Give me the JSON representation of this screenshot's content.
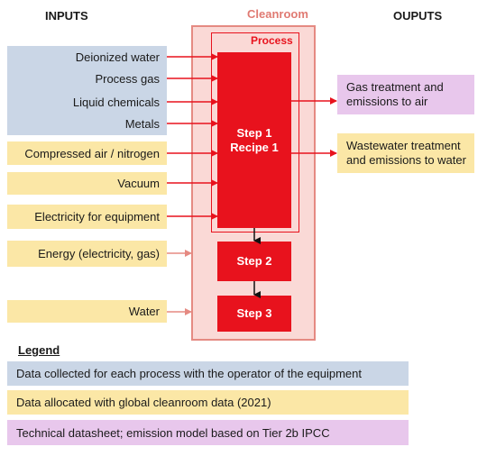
{
  "headers": {
    "inputs": "INPUTS",
    "cleanroom": "Cleanroom",
    "process": "Process",
    "outputs": "OUPUTS"
  },
  "inputs_blue": [
    "Deionized water",
    "Process gas",
    "Liquid chemicals",
    "Metals"
  ],
  "inputs_yellow": {
    "compressed_air": "Compressed air / nitrogen",
    "vacuum": "Vacuum",
    "electricity": "Electricity for equipment",
    "energy": "Energy (electricity, gas)",
    "water": "Water"
  },
  "steps": {
    "step1_line1": "Step 1",
    "step1_line2": "Recipe 1",
    "step2": "Step 2",
    "step3": "Step 3"
  },
  "outputs": {
    "gas_line1": "Gas treatment and",
    "gas_line2": "emissions to air",
    "water_line1": "Wastewater treatment",
    "water_line2": "and emissions to water"
  },
  "legend": {
    "title": "Legend",
    "items": [
      "Data collected for each process with the operator of the equipment",
      "Data allocated with global cleanroom data (2021)",
      "Technical datasheet; emission model based on Tier 2b IPCC"
    ]
  },
  "colors": {
    "red": "#e8121d",
    "cleanroom_fill": "#fad9d6",
    "blue": "#cad6e6",
    "yellow": "#fbe7a6",
    "purple": "#e8c7ec"
  }
}
